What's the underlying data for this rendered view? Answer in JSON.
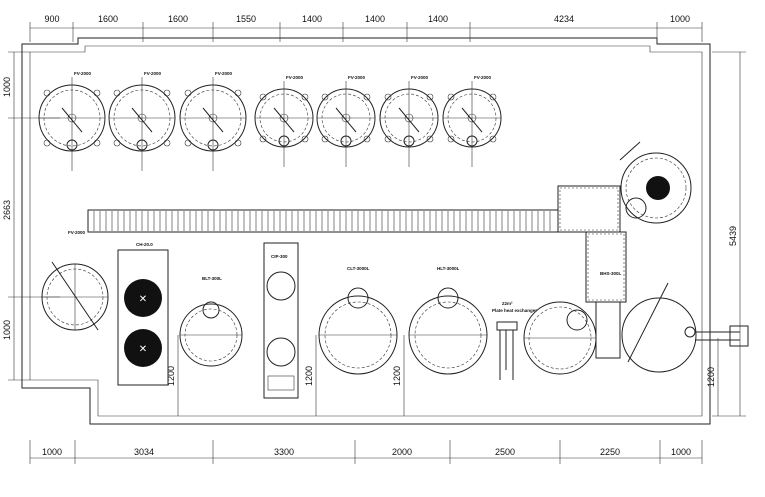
{
  "top_dims": [
    "900",
    "1600",
    "1600",
    "1550",
    "1400",
    "1400",
    "1400",
    "4234",
    "1000"
  ],
  "bottom_dims": [
    "1000",
    "3034",
    "3300",
    "2000",
    "2500",
    "2250",
    "1000"
  ],
  "left_dims": [
    "1000",
    "2663",
    "1000"
  ],
  "right_dims": [
    "5439",
    "1200"
  ],
  "mid_dims": [
    "1200",
    "1200",
    "1200"
  ],
  "fermenter_labels": [
    "FV-2000",
    "FV-2000",
    "FV-2000",
    "FV-2000",
    "FV-2000",
    "FV-2000",
    "FV-2000"
  ],
  "left_tank_label": "FV-2000",
  "chiller_label": "CH-20.0",
  "tank_labels": [
    "BLT-300L",
    "CIP-300",
    "CLT-3000L",
    "HLT-3000L"
  ],
  "heat_exchanger_label": "Plate heat exchanger",
  "he_area_label": "22m²",
  "panel_label": "BHS-300L",
  "colors": {
    "line": "#222222",
    "background": "#ffffff"
  }
}
